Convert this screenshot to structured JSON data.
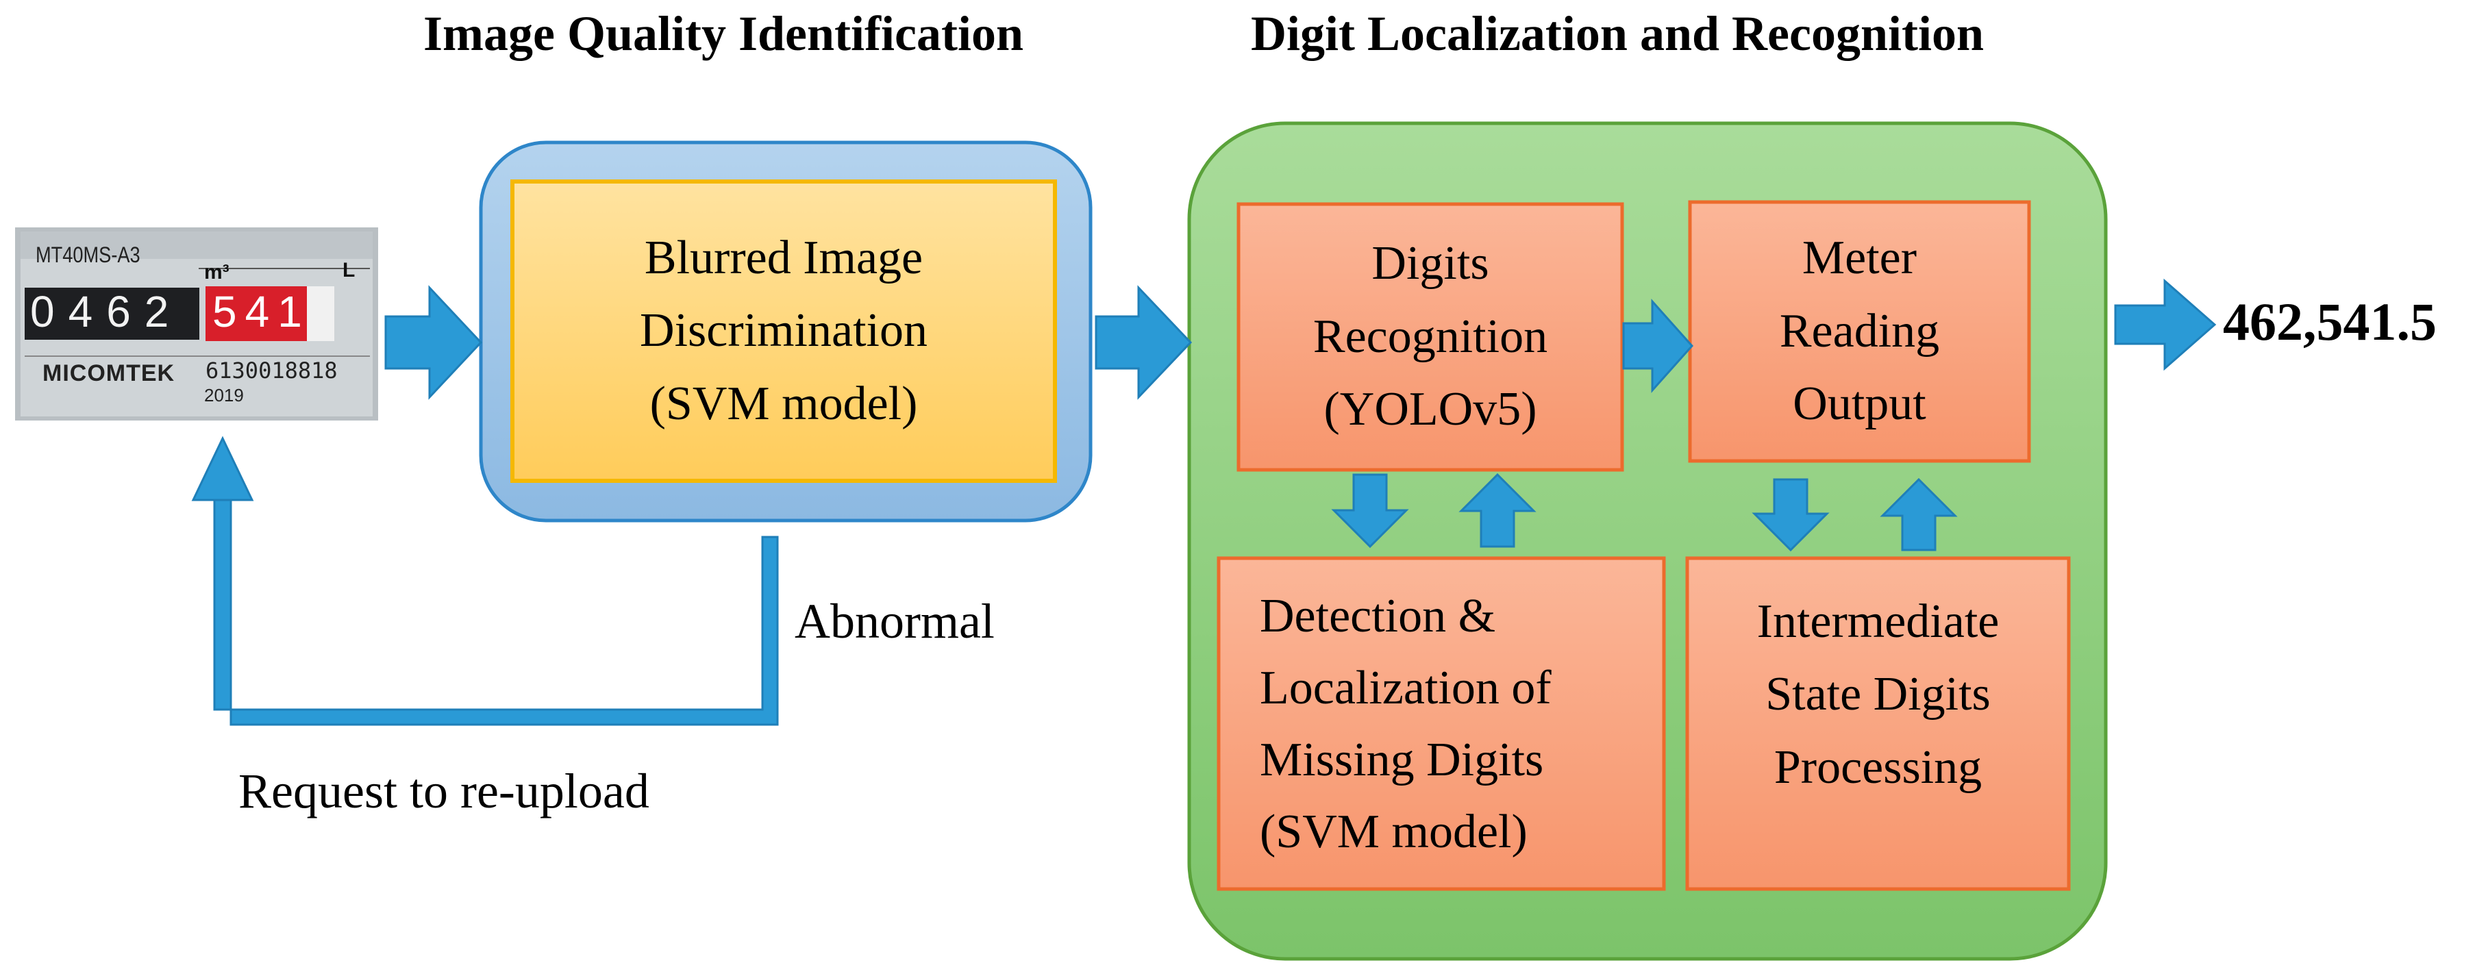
{
  "titles": {
    "left": "Image Quality Identification",
    "right": "Digit Localization and Recognition"
  },
  "meter": {
    "model": "MT40MS-A3",
    "unit": "m³",
    "unit_right": "L",
    "digits_black": [
      "0",
      "4",
      "6",
      "2"
    ],
    "digits_red": [
      "5",
      "4",
      "1"
    ],
    "brand": "MICOMTEK",
    "serial": "6130018818",
    "year": "2019"
  },
  "blur_box": {
    "lines": [
      "Blurred Image",
      "Discrimination",
      "(SVM model)"
    ]
  },
  "digits_recognition_box": {
    "lines": [
      "Digits",
      "Recognition",
      "(YOLOv5)"
    ]
  },
  "meter_reading_box": {
    "lines": [
      "Meter",
      "Reading",
      "Output"
    ]
  },
  "missing_digits_box": {
    "lines": [
      "Detection &",
      "Localization of",
      "Missing Digits",
      "(SVM model)"
    ]
  },
  "intermediate_box": {
    "lines": [
      "Intermediate",
      "State Digits",
      "Processing"
    ]
  },
  "labels": {
    "abnormal": "Abnormal",
    "reupload": "Request to re-upload",
    "output_value": "462,541.5"
  },
  "colors": {
    "arrow_blue": "#2a9ad6",
    "outer_blue_fill": "#9dc3e6",
    "outer_blue_border": "#2e86c9",
    "yellow_fill": "#ffd679",
    "yellow_border": "#f5b800",
    "green_fill": "#8fcf7d",
    "green_border": "#5aa23a",
    "salmon_fill": "#f9a583",
    "salmon_border": "#ec6b2d",
    "meter_red": "#d81f2a"
  }
}
